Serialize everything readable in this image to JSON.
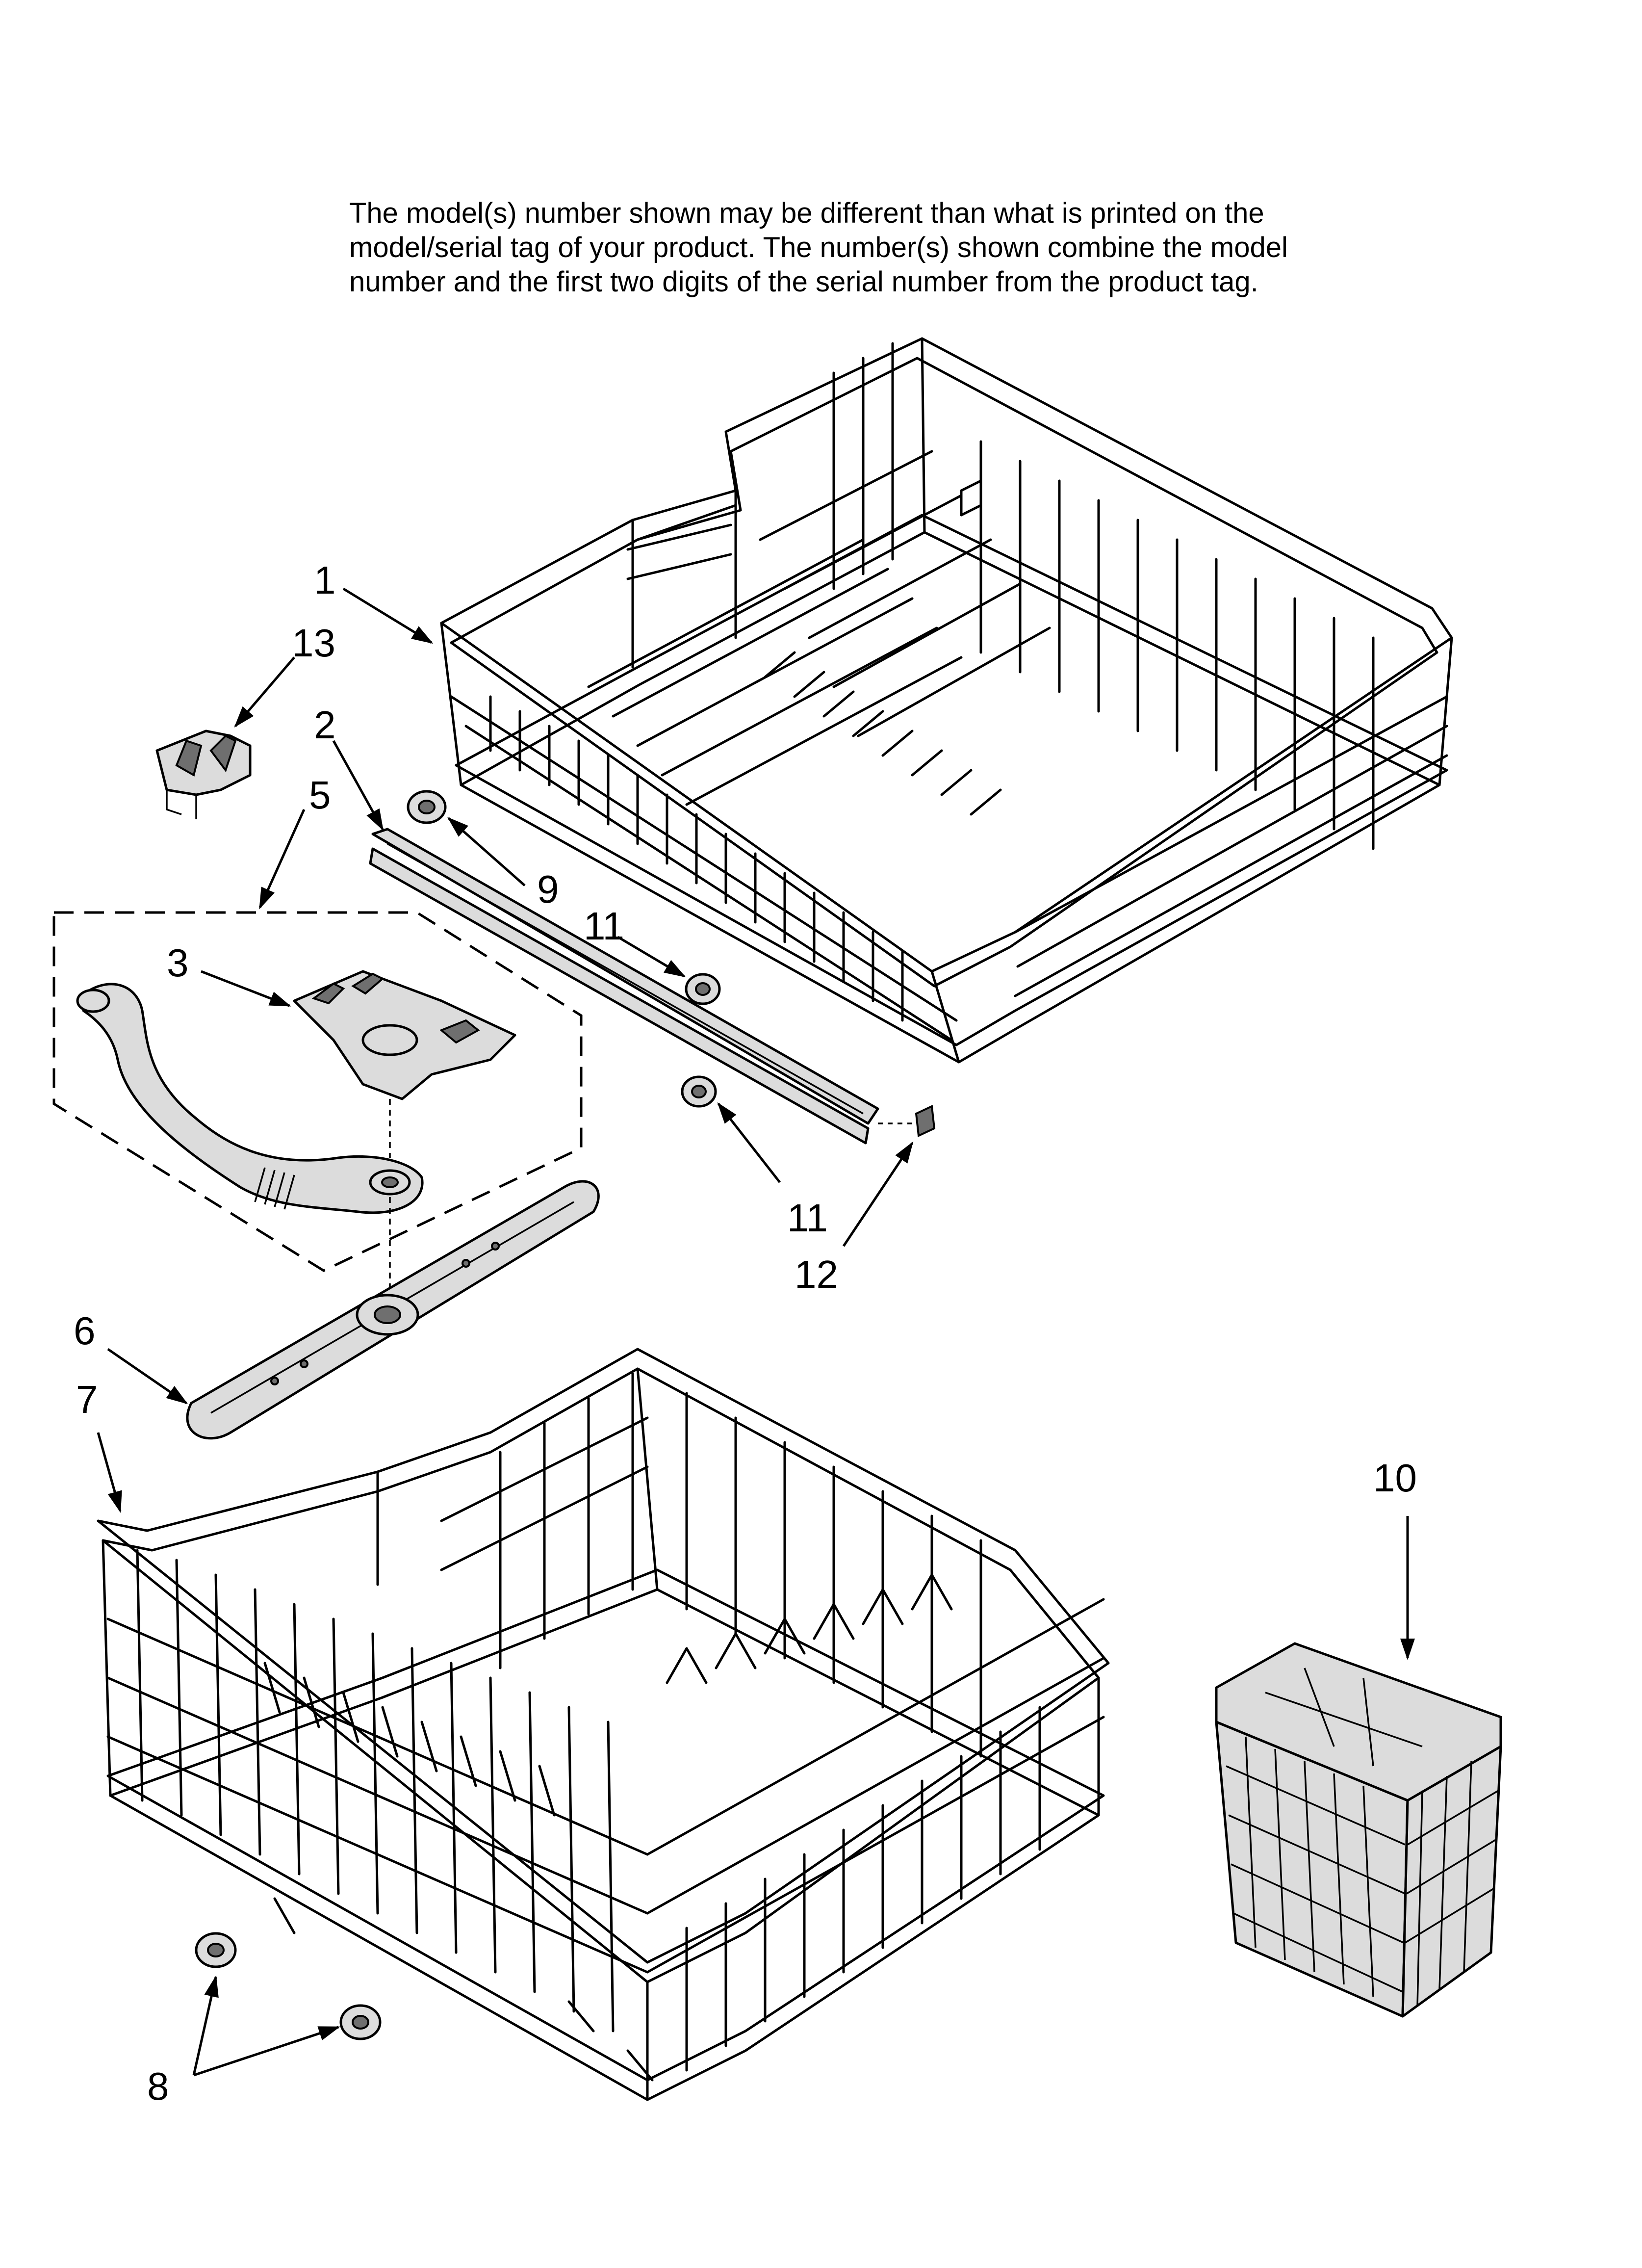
{
  "note": {
    "line1": "The model(s) number shown may be different than what is printed on the",
    "line2": "model/serial tag of your product. The number(s) shown combine the model",
    "line3": "number and the first two digits of the serial number from the product tag."
  },
  "callouts": {
    "c1": "1",
    "c2": "2",
    "c3": "3",
    "c5": "5",
    "c6": "6",
    "c7": "7",
    "c8": "8",
    "c9": "9",
    "c10": "10",
    "c11a": "11",
    "c11b": "11",
    "c12": "12",
    "c13": "13"
  },
  "colors": {
    "ink": "#000000",
    "part_fill": "#dcdcdc",
    "background": "#ffffff"
  }
}
